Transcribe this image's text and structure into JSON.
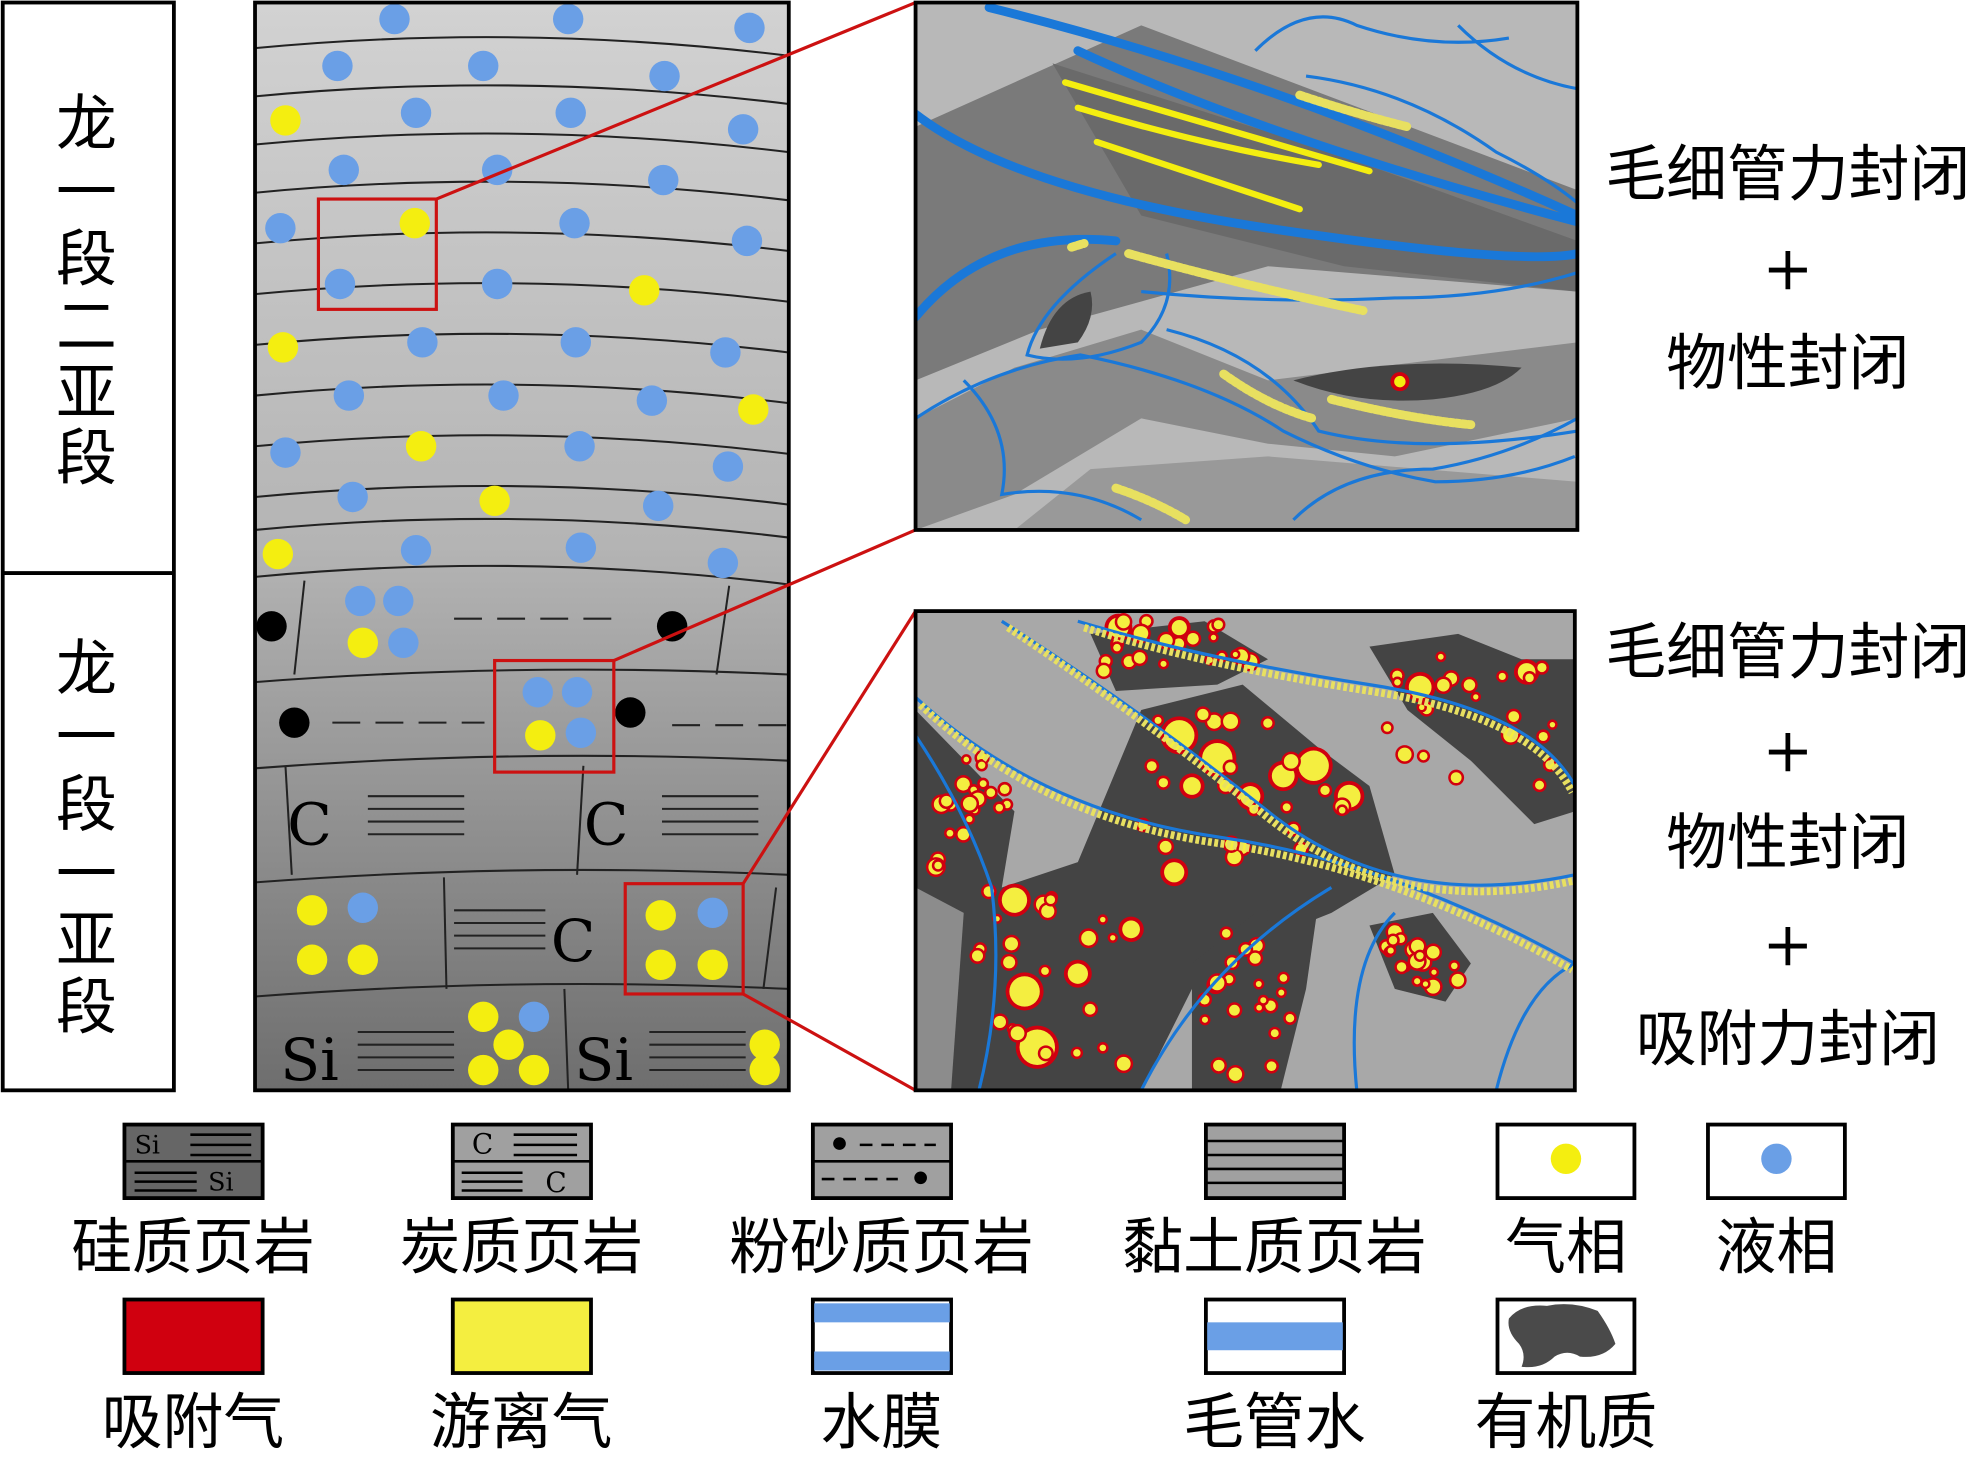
{
  "strata": {
    "upper_label_chars": [
      "龙",
      "一",
      "段",
      "二",
      "亚",
      "段"
    ],
    "lower_label_chars": [
      "龙",
      "一",
      "段",
      "一",
      "亚",
      "段"
    ],
    "symbols": {
      "carbon": "C",
      "silicon": "Si"
    }
  },
  "insets": {
    "upper_caption": [
      "毛细管力封闭",
      "+",
      "物性封闭"
    ],
    "lower_caption": [
      "毛细管力封闭",
      "+",
      "物性封闭",
      "+",
      "吸附力封闭"
    ]
  },
  "legend": {
    "row1": [
      {
        "label": "硅质页岩",
        "icon": "siliceous-shale"
      },
      {
        "label": "炭质页岩",
        "icon": "carbonaceous-shale"
      },
      {
        "label": "粉砂质页岩",
        "icon": "silty-shale"
      },
      {
        "label": "黏土质页岩",
        "icon": "clay-shale"
      },
      {
        "label": "气相",
        "icon": "gas-phase-dot"
      },
      {
        "label": "液相",
        "icon": "liquid-phase-dot"
      }
    ],
    "row2": [
      {
        "label": "吸附气",
        "icon": "adsorbed-gas"
      },
      {
        "label": "游离气",
        "icon": "free-gas"
      },
      {
        "label": "水膜",
        "icon": "water-film"
      },
      {
        "label": "毛管水",
        "icon": "capillary-water"
      },
      {
        "label": "有机质",
        "icon": "organic-matter"
      }
    ],
    "sample_symbols": {
      "si": "Si",
      "c": "C"
    }
  },
  "colors": {
    "gas": "#f4ee10",
    "liquid": "#6a9fe6",
    "adsorbed": "#d0000f",
    "free_gas": "#f4ee40",
    "organic": "#4a4a4a",
    "water": "#1a78d8",
    "highlight": "#cc1111"
  }
}
